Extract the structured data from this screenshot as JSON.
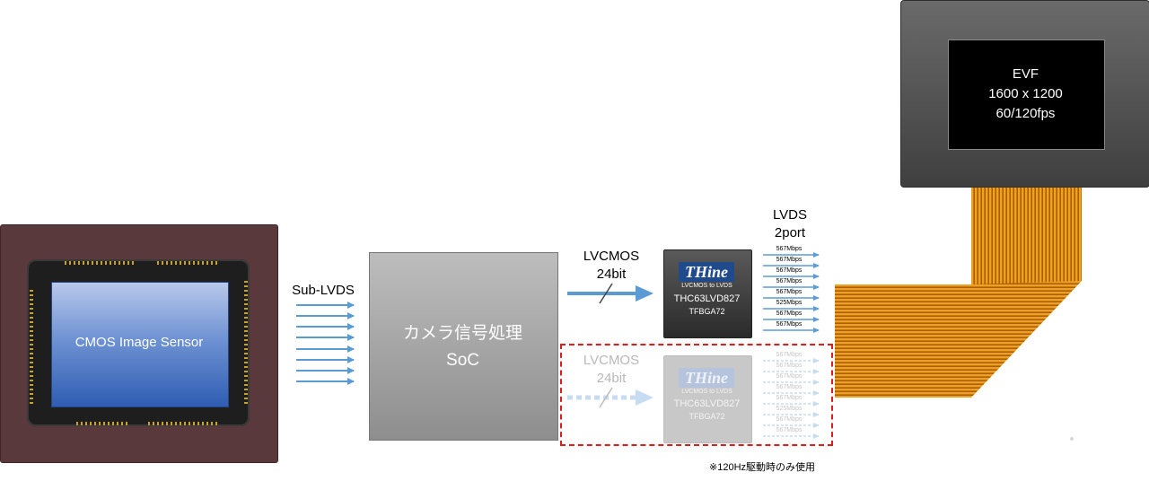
{
  "sensor": {
    "label": "CMOS Image Sensor"
  },
  "sub_lvds": {
    "label": "Sub-LVDS",
    "arrow_count": 8
  },
  "soc": {
    "line1": "カメラ信号処理",
    "line2": "SoC"
  },
  "lvcmos_active": {
    "line1": "LVCMOS",
    "line2": "24bit"
  },
  "lvcmos_optional": {
    "line1": "LVCMOS",
    "line2": "24bit"
  },
  "chip_active": {
    "logo": "THine",
    "subtitle": "LVCMOS to LVDS",
    "part": "THC63LVD827",
    "package": "TFBGA72"
  },
  "chip_optional": {
    "logo": "THine",
    "subtitle": "LVCMOS to LVDS",
    "part": "THC63LVD827",
    "package": "TFBGA72"
  },
  "lvds_output": {
    "line1": "LVDS",
    "line2": "2port",
    "rates": [
      "567Mbps",
      "567Mbps",
      "567Mbps",
      "567Mbps",
      "567Mbps",
      "525Mbps",
      "567Mbps",
      "567Mbps"
    ]
  },
  "lvds_output_optional": {
    "rates": [
      "567Mbps",
      "567Mbps",
      "567Mbps",
      "567Mbps",
      "567Mbps",
      "525Mbps",
      "567Mbps",
      "567Mbps"
    ]
  },
  "evf": {
    "line1": "EVF",
    "line2": "1600 x 1200",
    "line3": "60/120fps"
  },
  "footnote": "※120Hz駆動時のみ使用",
  "colors": {
    "arrow": "#5b9bd5",
    "arrow_faded": "#c7dcf0",
    "flex_cable": "#f0a020",
    "dashed_border": "#e01b1b",
    "logo_bg": "#1f4a8c"
  }
}
